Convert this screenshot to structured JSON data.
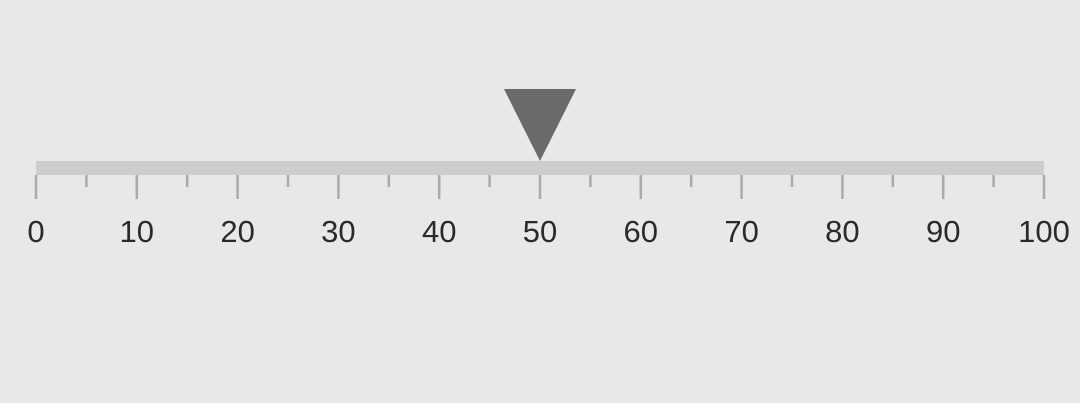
{
  "gauge": {
    "minimum": 0,
    "maximum": 100,
    "major_interval": 10,
    "minor_per_major": 1,
    "pointer_value": 50,
    "labels": [
      "0",
      "10",
      "20",
      "30",
      "40",
      "50",
      "60",
      "70",
      "80",
      "90",
      "100"
    ]
  },
  "colors": {
    "background": "#e8e8e8",
    "track": "#cdcdcd",
    "ticks": "#ababab",
    "pointer": "#6b6b6b",
    "label": "#2a2a2a"
  },
  "icons": {
    "pointer": "triangle-down-marker-icon"
  }
}
